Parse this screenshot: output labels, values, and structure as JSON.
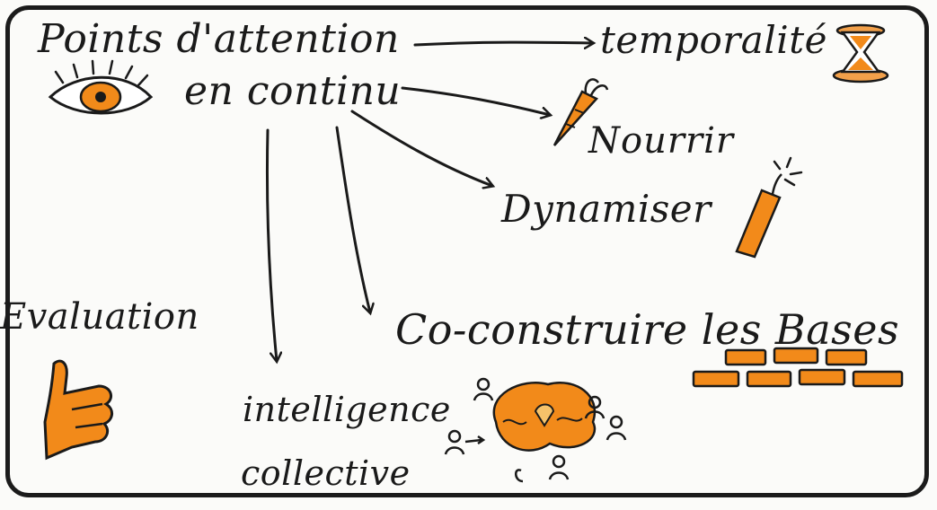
{
  "title": {
    "line1": "Points d'attention",
    "line2": "en continu"
  },
  "labels": {
    "temporalite": "temporalité",
    "nourrir": "Nourrir",
    "dynamiser": "Dynamiser",
    "co_construire": "Co-construire les Bases",
    "evaluation": "Evaluation",
    "intelligence_line1": "intelligence",
    "intelligence_line2": "collective"
  },
  "colors": {
    "ink": "#1a1a1a",
    "accent": "#f28a1a"
  },
  "icons": [
    "eye-icon",
    "hourglass-icon",
    "carrot-icon",
    "dynamite-icon",
    "bricks-icon",
    "thumbs-up-icon",
    "brain-people-icon"
  ]
}
